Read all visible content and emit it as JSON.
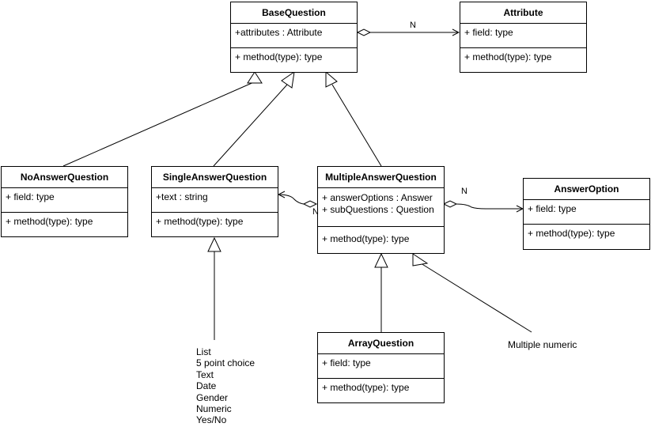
{
  "classes": {
    "base_question": {
      "name": "BaseQuestion",
      "fields": [
        "+attributes : Attribute"
      ],
      "methods": [
        "+ method(type): type"
      ]
    },
    "attribute": {
      "name": "Attribute",
      "fields": [
        "+ field: type"
      ],
      "methods": [
        "+ method(type): type"
      ]
    },
    "no_answer_question": {
      "name": "NoAnswerQuestion",
      "fields": [
        "+ field: type"
      ],
      "methods": [
        "+ method(type): type"
      ]
    },
    "single_answer_question": {
      "name": "SingleAnswerQuestion",
      "fields": [
        "+text : string"
      ],
      "methods": [
        "+ method(type): type"
      ]
    },
    "multiple_answer_question": {
      "name": "MultipleAnswerQuestion",
      "fields": [
        "+ answerOptions : Answer",
        "+ subQuestions : Question"
      ],
      "methods": [
        "+ method(type): type"
      ]
    },
    "answer_option": {
      "name": "AnswerOption",
      "fields": [
        "+ field: type"
      ],
      "methods": [
        "+ method(type): type"
      ]
    },
    "array_question": {
      "name": "ArrayQuestion",
      "fields": [
        "+ field: type"
      ],
      "methods": [
        "+ method(type): type"
      ]
    }
  },
  "multiplicity": {
    "base_to_attribute": "N",
    "multiple_to_answer_option": "N",
    "multiple_to_single": "N"
  },
  "notes": {
    "single_answer_types": [
      "List",
      "5 point choice",
      "Text",
      "Date",
      "Gender",
      "Numeric",
      "Yes/No"
    ],
    "multiple_numeric": "Multiple numeric"
  }
}
